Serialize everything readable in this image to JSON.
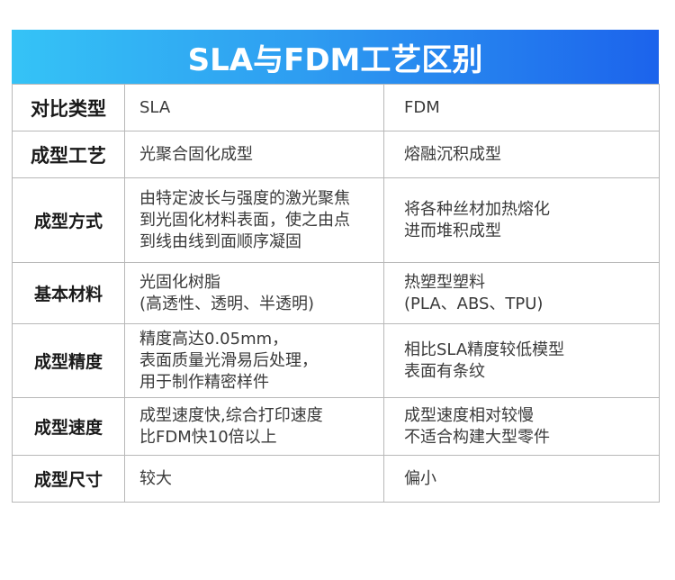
{
  "title": "SLA与FDM工艺区别",
  "rows": [
    {
      "label": "对比类型",
      "sla": [
        "SLA"
      ],
      "fdm": [
        "FDM"
      ]
    },
    {
      "label": "成型工艺",
      "sla": [
        "光聚合固化成型"
      ],
      "fdm": [
        "熔融沉积成型"
      ]
    },
    {
      "label": "成型方式",
      "sla": [
        "由特定波长与强度的激光聚焦",
        "到光固化材料表面，使之由点",
        "到线由线到面顺序凝固"
      ],
      "fdm": [
        "将各种丝材加热熔化",
        "进而堆积成型"
      ]
    },
    {
      "label": "基本材料",
      "sla": [
        "光固化树脂",
        "(高透性、透明、半透明)"
      ],
      "fdm": [
        "热塑型塑料",
        "(PLA、ABS、TPU)"
      ]
    },
    {
      "label": "成型精度",
      "sla": [
        "精度高达0.05mm，",
        "表面质量光滑易后处理，",
        "用于制作精密样件"
      ],
      "fdm": [
        "相比SLA精度较低模型",
        "表面有条纹"
      ]
    },
    {
      "label": "成型速度",
      "sla": [
        "成型速度快,综合打印速度",
        "比FDM快10倍以上"
      ],
      "fdm": [
        "成型速度相对较慢",
        "不适合构建大型零件"
      ]
    },
    {
      "label": "成型尺寸",
      "sla": [
        "较大"
      ],
      "fdm": [
        "偏小"
      ]
    }
  ]
}
